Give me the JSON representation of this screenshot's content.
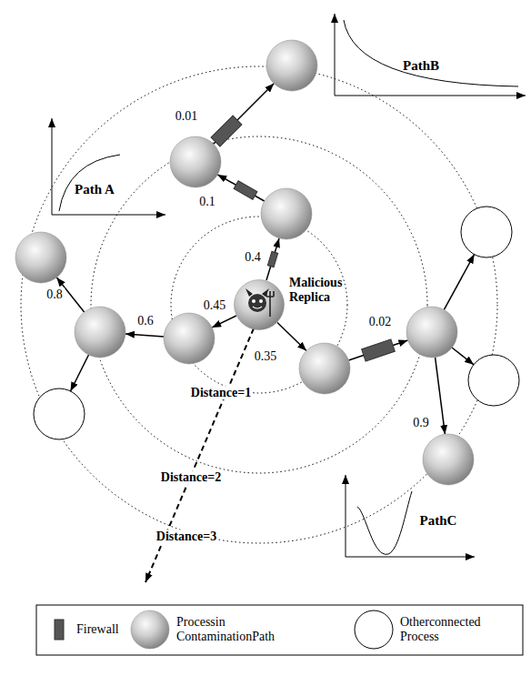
{
  "diagram": {
    "nodes": [
      {
        "text": [
          "Malicious Replica"
        ]
      }
    ],
    "labels": [
      "PathB",
      "0.01",
      "Path A",
      "0.1",
      "0.4",
      "0.8",
      "0.6",
      "0.45",
      "0.02",
      "0.35",
      "0.9",
      "Distance=1",
      "Distance=2",
      "PathC",
      "Distance=3"
    ],
    "legend": [
      {
        "text": "Firewall"
      },
      {
        "text": "Processin ContaminationPath"
      },
      {
        "text": "Otherconnected Process"
      }
    ]
  }
}
